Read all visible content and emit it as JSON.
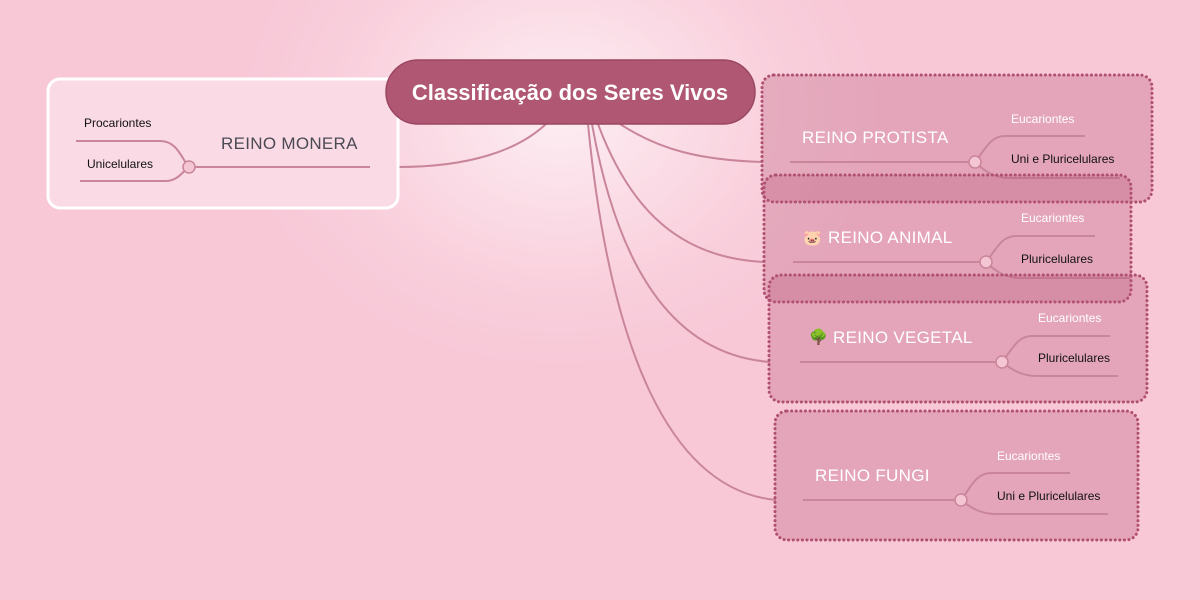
{
  "title": "Classificação dos Seres Vivos",
  "kingdoms": [
    {
      "name": "REINO MONERA",
      "icon": "",
      "subs": [
        "Procariontes",
        "Unicelulares"
      ]
    },
    {
      "name": "REINO PROTISTA",
      "icon": "",
      "subs": [
        "Eucariontes",
        "Uni e Pluricelulares"
      ]
    },
    {
      "name": "REINO ANIMAL",
      "icon": "🐷",
      "subs": [
        "Eucariontes",
        "Pluricelulares"
      ]
    },
    {
      "name": "REINO VEGETAL",
      "icon": "🌳",
      "subs": [
        "Eucariontes",
        "Pluricelulares"
      ]
    },
    {
      "name": "REINO FUNGI",
      "icon": "",
      "subs": [
        "Eucariontes",
        "Uni e Pluricelulares"
      ]
    }
  ],
  "colors": {
    "root": "#b05773",
    "box_border": "#b0506f",
    "line": "#c98599",
    "background": "#f8c8d7"
  }
}
